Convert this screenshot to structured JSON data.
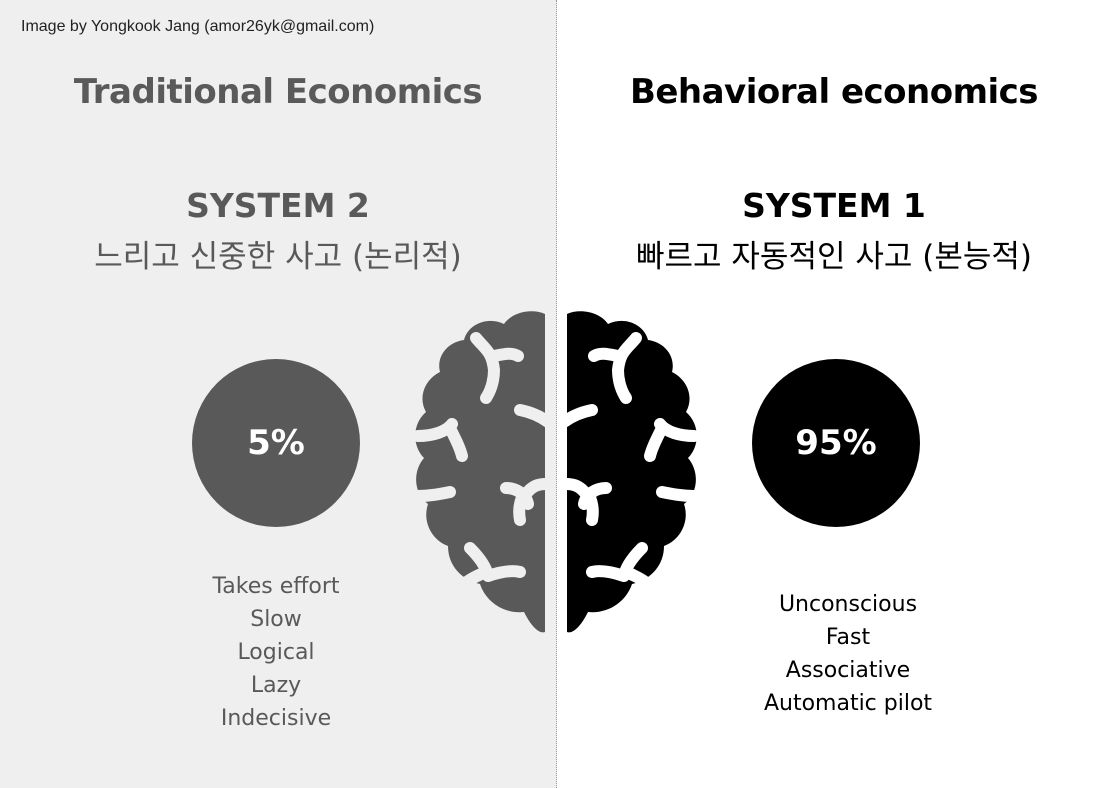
{
  "credit": "Image by Yongkook Jang (amor26yk@gmail.com)",
  "left": {
    "heading": "Traditional Economics",
    "system": "SYSTEM 2",
    "subtitle": "느리고 신중한 사고 (논리적)",
    "percent": "5%",
    "traits": [
      "Takes effort",
      "Slow",
      "Logical",
      "Lazy",
      "Indecisive"
    ],
    "color": "#595959",
    "background": "#efefef"
  },
  "right": {
    "heading": "Behavioral economics",
    "system": "SYSTEM 1",
    "subtitle": "빠르고 자동적인 사고 (본능적)",
    "percent": "95%",
    "traits": [
      "Unconscious",
      "Fast",
      "Associative",
      "Automatic pilot"
    ],
    "color": "#000000",
    "background": "#ffffff"
  },
  "brain": {
    "icon": "brain-icon",
    "left_hemisphere_color": "#595959",
    "right_hemisphere_color": "#000000"
  }
}
